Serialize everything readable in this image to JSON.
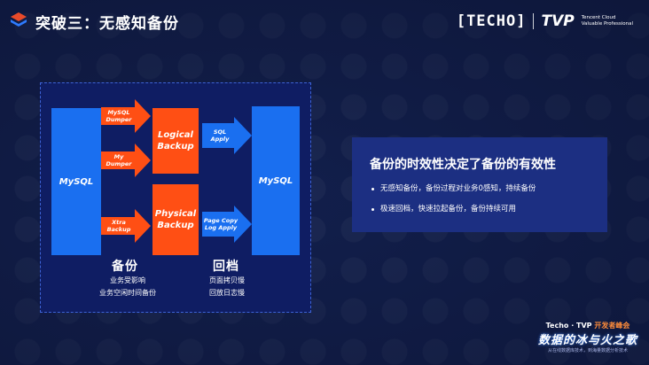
{
  "header": {
    "title": "突破三：无感知备份",
    "brand_techo": "[TECHO]",
    "brand_tvp": "TVP",
    "brand_sub_line1": "Tencent Cloud",
    "brand_sub_line2": "Valuable Professional"
  },
  "diagram": {
    "mysql_left": "MySQL",
    "mysql_right": "MySQL",
    "arrow_mysqldumper_l1": "MySQL",
    "arrow_mysqldumper_l2": "Dumper",
    "arrow_mydumper_l1": "My",
    "arrow_mydumper_l2": "Dumper",
    "arrow_xtrabackup_l1": "Xtra",
    "arrow_xtrabackup_l2": "Backup",
    "logical_backup_l1": "Logical",
    "logical_backup_l2": "Backup",
    "physical_backup_l1": "Physical",
    "physical_backup_l2": "Backup",
    "arrow_sqlapply_l1": "SQL",
    "arrow_sqlapply_l2": "Apply",
    "arrow_pagecopy_l1": "Page Copy",
    "arrow_pagecopy_l2": "Log Apply",
    "backup_title": "备份",
    "backup_note1": "业务受影响",
    "backup_note2": "业务空闲时间备份",
    "rollback_title": "回档",
    "rollback_note1": "页面拷贝慢",
    "rollback_note2": "回放日志慢"
  },
  "info": {
    "title": "备份的时效性决定了备份的有效性",
    "bullets": [
      "无感知备份，备份过程对业务0感知，持续备份",
      "极速回档，快速拉起备份，备份持续可用"
    ]
  },
  "event": {
    "top_left": "Techo · TVP",
    "top_tag": "开发者峰会",
    "main": "数据的冰与火之歌",
    "sub": "从在线数据库技术，到海量数据分析技术"
  },
  "colors": {
    "background": "#121f4c",
    "blue_block": "#1a6ff0",
    "orange_block": "#ff4f14",
    "frame_fill": "#0f1d63",
    "info_fill": "#1c2f82"
  }
}
